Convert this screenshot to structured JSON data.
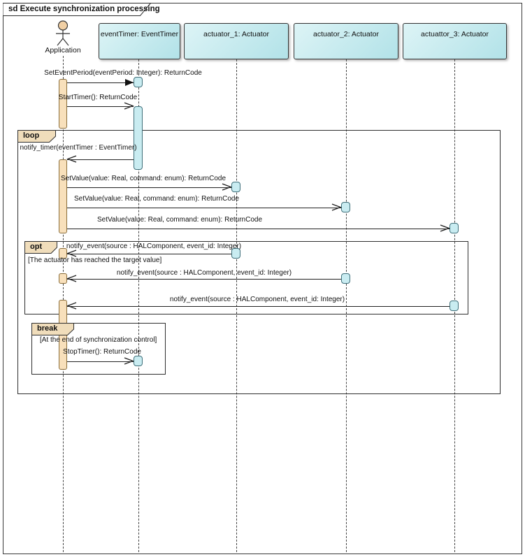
{
  "colors": {
    "frame-border": "#3a3a3a",
    "text": "#111111",
    "lifeline-fill-top": "#ddf4f6",
    "lifeline-fill-bottom": "#b2e2e8",
    "lifeline-border": "#333333",
    "activation-app-fill": "#f8e0bb",
    "activation-app-border": "#8a6d3b",
    "activation-timer-fill": "#c9ecf1",
    "activation-timer-border": "#3f6f7a",
    "fragment-tab-fill": "#f0ddbb",
    "actor-head-fill": "#f0cfa4"
  },
  "diagram": {
    "title": "sd Execute synchronization processing",
    "actor": {
      "label": "Application"
    },
    "lifelines": [
      {
        "label": "eventTimer: EventTimer"
      },
      {
        "label": "actuator_1: Actuator"
      },
      {
        "label": "actuator_2: Actuator"
      },
      {
        "label": "actuattor_3: Actuator"
      }
    ],
    "fragments": {
      "loop": {
        "label": "loop"
      },
      "opt": {
        "label": "opt",
        "guard": "[The actuator has reached the target value]"
      },
      "break": {
        "label": "break",
        "guard": "[At the end of synchronization control]"
      }
    },
    "messages": {
      "set_event_period": {
        "label": "SetEventPeriod(eventPeriod: Integer): ReturnCode"
      },
      "start_timer": {
        "label": "StartTimer(): ReturnCode"
      },
      "notify_timer": {
        "label": "notify_timer(eventTimer : EventTimer)"
      },
      "set_value_1": {
        "label": "SetValue(value: Real, command: enum): ReturnCode"
      },
      "set_value_2": {
        "label": "SetValue(value: Real, command: enum): ReturnCode"
      },
      "set_value_3": {
        "label": "SetValue(value: Real, command: enum): ReturnCode"
      },
      "notify_event_1": {
        "label": "notify_event(source : HALComponent, event_id: Integer)"
      },
      "notify_event_2": {
        "label": "notify_event(source : HALComponent, event_id: Integer)"
      },
      "notify_event_3": {
        "label": "notify_event(source : HALComponent, event_id: Integer)"
      },
      "stop_timer": {
        "label": "StopTimer(): ReturnCode"
      }
    }
  }
}
